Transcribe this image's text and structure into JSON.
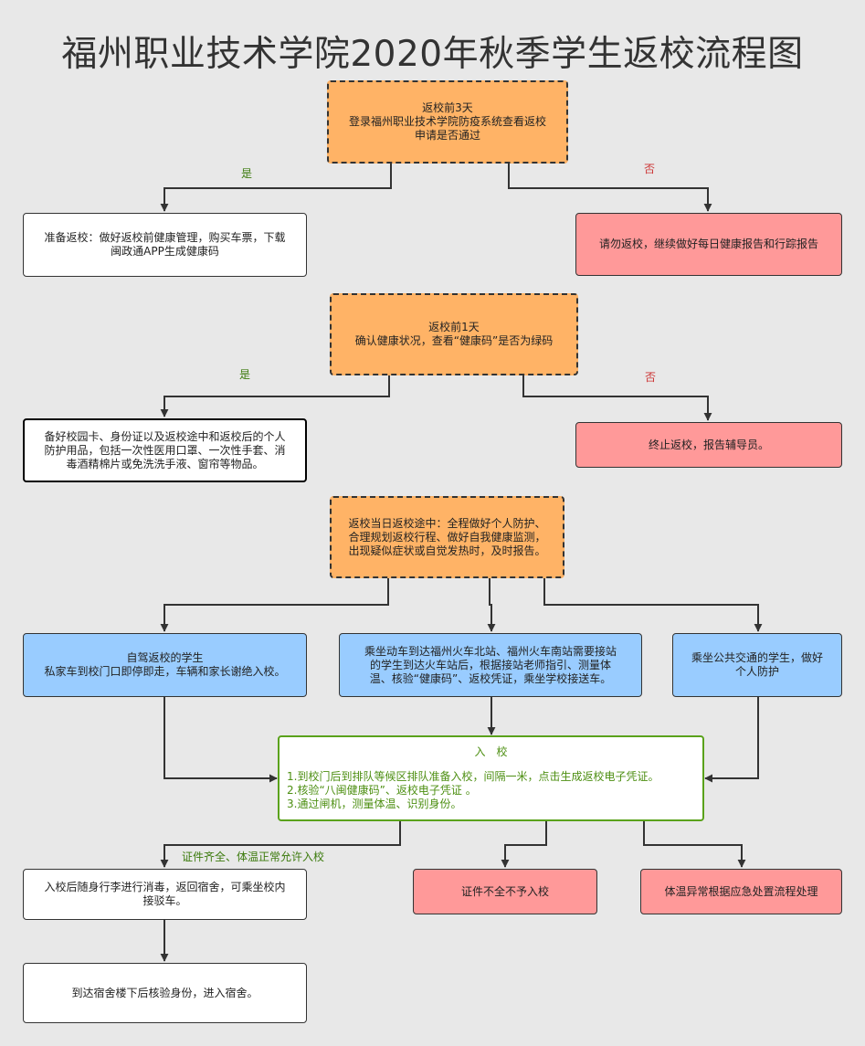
{
  "title": "福州职业技术学院2020年秋季学生返校流程图",
  "colors": {
    "background": "#e8e8e8",
    "decision": "#ffb366",
    "stop": "#ff9999",
    "transport": "#99ccff",
    "entry_border": "#5aa21b",
    "entry_text": "#4d8f12",
    "yes_label": "#3b7a0c",
    "no_label": "#cc3333"
  },
  "steps": {
    "check3": {
      "lines": [
        "返校前3天",
        "登录福州职业技术学院防疫系统查看返校",
        "申请是否通过"
      ]
    },
    "prepare": {
      "lines": [
        "准备返校：做好返校前健康管理，购买车票，下载",
        "闽政通APP生成健康码"
      ]
    },
    "stay": {
      "lines": [
        "请勿返校，继续做好每日健康报告和行踪报告"
      ]
    },
    "check1": {
      "lines": [
        "返校前1天",
        "确认健康状况，查看“健康码”是否为绿码"
      ]
    },
    "items": {
      "lines": [
        "备好校园卡、身份证以及返校途中和返校后的个人",
        "防护用品，包括一次性医用口罩、一次性手套、消",
        "毒酒精棉片或免洗洗手液、窗帘等物品。"
      ]
    },
    "terminate": {
      "lines": [
        "终止返校，报告辅导员。"
      ]
    },
    "travel": {
      "lines": [
        "返校当日返校途中：全程做好个人防护、",
        "合理规划返校行程、做好自我健康监测，",
        "出现疑似症状或自觉发热时，及时报告。"
      ]
    },
    "drive": {
      "lines": [
        "自驾返校的学生",
        "私家车到校门口即停即走，车辆和家长谢绝入校。"
      ]
    },
    "train": {
      "lines": [
        "乘坐动车到达福州火车北站、福州火车南站需要接站",
        "的学生到达火车站后，根据接站老师指引、测量体",
        "温、核验“健康码”、返校凭证，乘坐学校接送车。"
      ]
    },
    "bus": {
      "lines": [
        "乘坐公共交通的学生，做好",
        "个人防护"
      ]
    },
    "entry": {
      "title": "入　校",
      "lines": [
        "1.到校门后到排队等候区排队准备入校，间隔一米，点击生成返校电子凭证。",
        "2.核验“八闽健康码”、返校电子凭证 。",
        "3.通过闸机，测量体温、识别身份。"
      ]
    },
    "disinfect": {
      "lines": [
        "入校后随身行李进行消毒，返回宿舍，可乘坐校内",
        "接驳车。"
      ]
    },
    "docs_fail": {
      "lines": [
        "证件不全不予入校"
      ]
    },
    "temp_fail": {
      "lines": [
        "体温异常根据应急处置流程处理"
      ]
    },
    "dorm": {
      "lines": [
        "到达宿舍楼下后核验身份，进入宿舍。"
      ]
    }
  },
  "labels": {
    "yes1": "是",
    "no1": "否",
    "yes2": "是",
    "no2": "否",
    "allow": "证件齐全、体温正常允许入校"
  }
}
